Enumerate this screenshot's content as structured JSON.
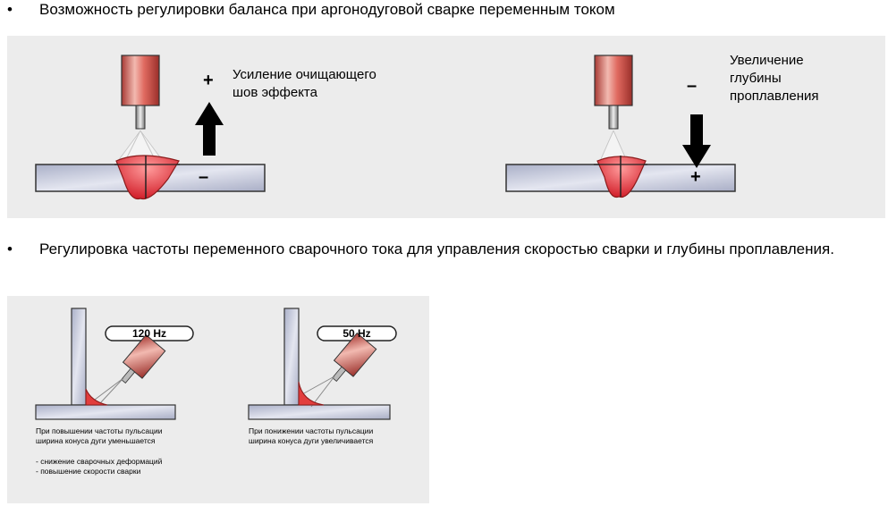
{
  "bullets": {
    "first": "Возможность регулировки баланса при аргонодуговой сварке переменным током",
    "second": "Регулировка частоты переменного сварочного тока для управления скоростью сварки и глубины проплавления."
  },
  "balance": {
    "left": {
      "label_line1": "Усиление очищающего",
      "label_line2": "шов эффекта",
      "sign_top": "+",
      "sign_bottom": "–"
    },
    "right": {
      "label_line1": "Увеличение",
      "label_line2": "глубины",
      "label_line3": "проплавления",
      "sign_top": "–",
      "sign_bottom": "+"
    }
  },
  "frequency": {
    "left": {
      "freq": "120 Hz",
      "caption_line1": "При повышении частоты пульсации",
      "caption_line2": "ширина конуса дуги уменьшается",
      "caption_line3": "- снижение сварочных деформаций",
      "caption_line4": "- повышение скорости сварки"
    },
    "right": {
      "freq": "50 Hz",
      "caption_line1": "При понижении частоты пульсации",
      "caption_line2": "ширина конуса дуги увеличивается"
    }
  },
  "colors": {
    "torch_red": "#d9564e",
    "weld_red": "#e23d3d",
    "plate": "#bfc3d6",
    "panel_bg": "#ececec"
  }
}
